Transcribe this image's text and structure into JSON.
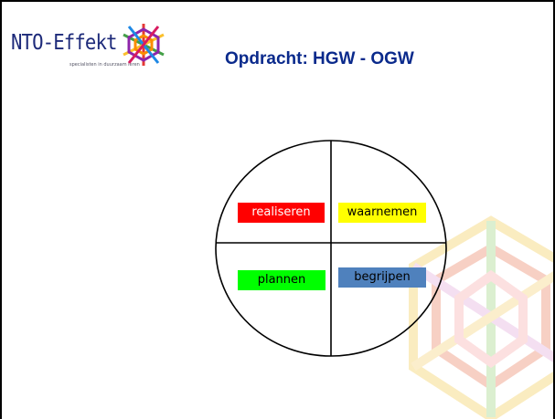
{
  "logo": {
    "name": "NTO-Effekt",
    "tagline": "specialisten in duurzaam leren"
  },
  "title": "Opdracht: HGW - OGW",
  "quadrants": {
    "top_left": {
      "label": "realiseren",
      "color": "#ff0000"
    },
    "top_right": {
      "label": "waarnemen",
      "color": "#ffff00"
    },
    "bottom_left": {
      "label": "plannen",
      "color": "#00ff00"
    },
    "bottom_right": {
      "label": "begrijpen",
      "color": "#4f81bd"
    }
  }
}
